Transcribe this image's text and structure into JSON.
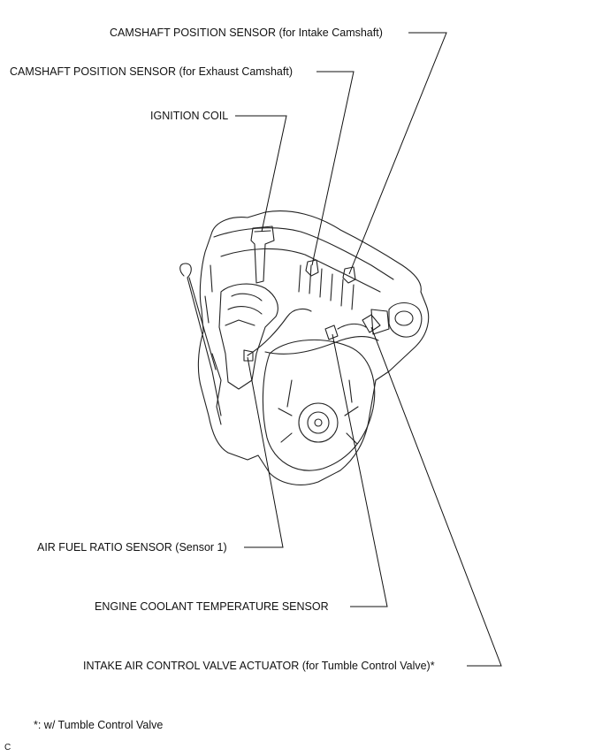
{
  "callouts": {
    "intake_cam_sensor": "CAMSHAFT POSITION SENSOR (for Intake Camshaft)",
    "exhaust_cam_sensor": "CAMSHAFT POSITION SENSOR (for Exhaust Camshaft)",
    "ignition_coil": "IGNITION COIL",
    "af_sensor": "AIR FUEL RATIO SENSOR",
    "af_sensor_suffix": "(Sensor 1)",
    "ect_sensor": "ENGINE COOLANT TEMPERATURE SENSOR",
    "intake_air_valve": "INTAKE AIR CONTROL VALVE ACTUATOR",
    "intake_air_valve_suffix": "(for Tumble Control Valve)*"
  },
  "footnote": "*: w/ Tumble Control Valve",
  "corner_mark": "C"
}
